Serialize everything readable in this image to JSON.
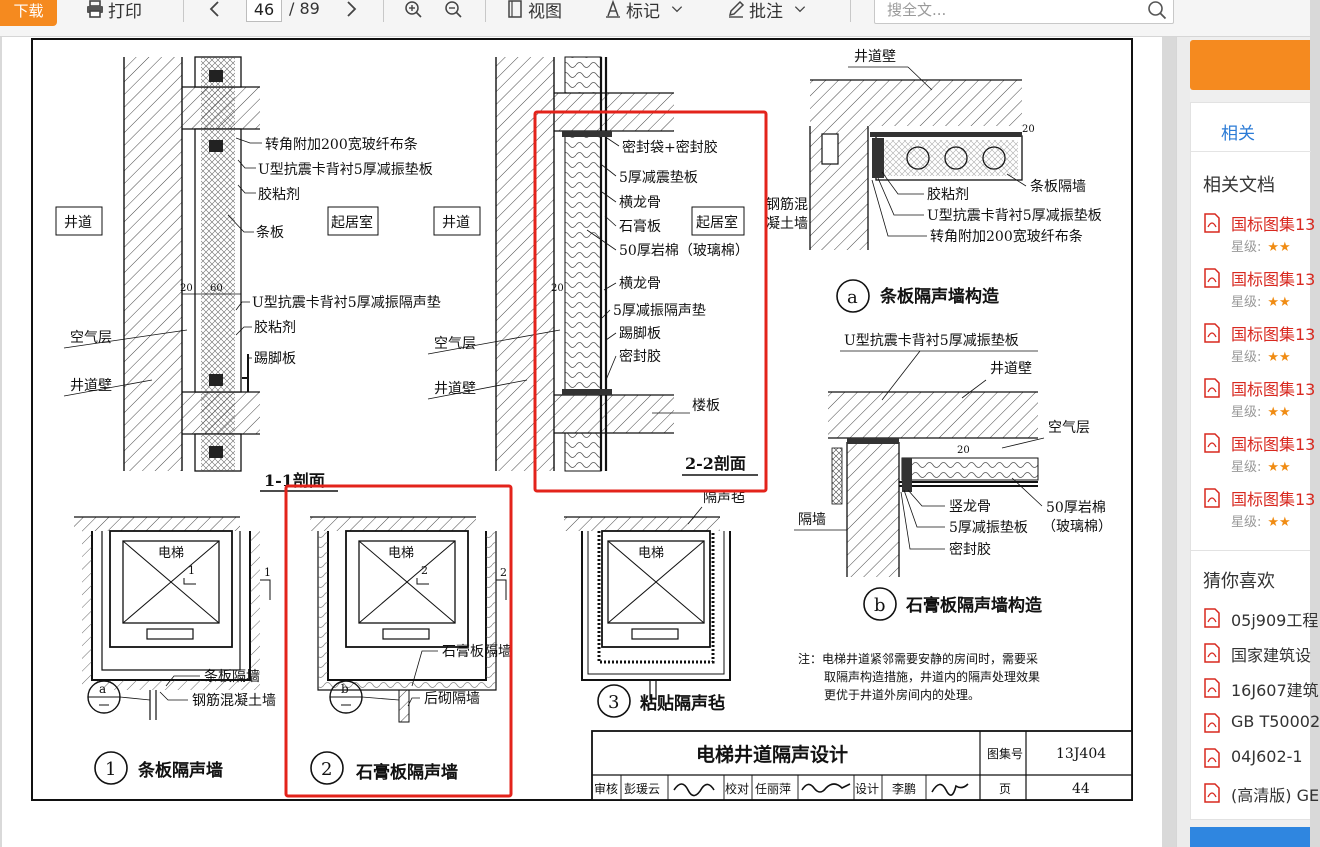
{
  "toolbar": {
    "download_label": "下载",
    "print_label": "打印",
    "page_current": "46",
    "page_total": "/ 89",
    "view_label": "视图",
    "mark_label": "标记",
    "annotate_label": "批注",
    "search_placeholder": "搜全文..."
  },
  "drawing": {
    "sec11": {
      "l1": "转角附加200宽玻纤布条",
      "l2": "U型抗震卡背衬5厚减振垫板",
      "l3": "胶粘剂",
      "l4": "条板",
      "room": "起居室",
      "shaft": "井道",
      "l5": "U型抗震卡背衬5厚减振隔声垫",
      "l6": "胶粘剂",
      "l7": "踢脚板",
      "air": "空气层",
      "wall": "井道壁",
      "dim20": "20",
      "dim60": "60",
      "title": "1-1剖面"
    },
    "sec22": {
      "l1": "密封袋+密封胶",
      "l2": "5厚减震垫板",
      "l3": "横龙骨",
      "l4": "石膏板",
      "l5": "50厚岩棉（玻璃棉）",
      "room": "起居室",
      "shaft": "井道",
      "l6": "横龙骨",
      "l7": "5厚减振隔声垫",
      "l8": "踢脚板",
      "l9": "密封胶",
      "l10": "楼板",
      "air": "空气层",
      "wall": "井道壁",
      "dim20": "20",
      "title": "2-2剖面"
    },
    "detail_a": {
      "wall": "井道壁",
      "l1": "条板隔墙",
      "l2": "胶粘剂",
      "l3": "U型抗震卡背衬5厚减振垫板",
      "l4": "转角附加200宽玻纤布条",
      "l5a": "钢筋混",
      "l5b": "凝土墙",
      "dim20": "20",
      "mark": "a",
      "title": "条板隔声墙构造"
    },
    "detail_b": {
      "l1": "U型抗震卡背衬5厚减振垫板",
      "l2": "井道壁",
      "l3": "空气层",
      "l4": "隔墙",
      "l5": "竖龙骨",
      "l6": "5厚减振垫板",
      "l7": "密封胶",
      "l8a": "50厚岩棉",
      "l8b": "（玻璃棉）",
      "dim20": "20",
      "mark": "b",
      "title": "石膏板隔声墙构造"
    },
    "plan1": {
      "elevator": "电梯",
      "cut": "1",
      "l1": "条板隔墙",
      "l2": "钢筋混凝土墙",
      "mark": "a",
      "num": "1",
      "title": "条板隔声墙"
    },
    "plan2": {
      "elevator": "电梯",
      "cut": "2",
      "l1": "石膏板隔墙",
      "l2": "后砌隔墙",
      "mark": "b",
      "num": "2",
      "title": "石膏板隔声墙"
    },
    "plan3": {
      "elevator": "电梯",
      "l1": "隔声毡",
      "num": "3",
      "title": "粘贴隔声毡"
    },
    "note": {
      "line1": "注：电梯井道紧邻需要安静的房间时，需要采",
      "line2": "取隔声构造措施，井道内的隔声处理效果",
      "line3": "更优于井道外房间内的处理。"
    },
    "titleblock": {
      "title": "电梯井道隔声设计",
      "atlas_label": "图集号",
      "atlas_no": "13J404",
      "review": "审核",
      "reviewer": "彭瑗云",
      "check": "校对",
      "checker": "任丽萍",
      "design": "设计",
      "designer": "李鹏",
      "page_label": "页",
      "page_no": "44"
    }
  },
  "highlight_color": "#e3231b",
  "accent_color": "#f58a1f",
  "sidebar": {
    "tab_related": "相关",
    "related_heading": "相关文档",
    "related": [
      {
        "title": "国标图集13",
        "rating_label": "星级:",
        "stars": "★★"
      },
      {
        "title": "国标图集13",
        "rating_label": "星级:",
        "stars": "★★"
      },
      {
        "title": "国标图集13",
        "rating_label": "星级:",
        "stars": "★★"
      },
      {
        "title": "国标图集13",
        "rating_label": "星级:",
        "stars": "★★"
      },
      {
        "title": "国标图集13",
        "rating_label": "星级:",
        "stars": "★★"
      },
      {
        "title": "国标图集13",
        "rating_label": "星级:",
        "stars": "★★"
      }
    ],
    "like_heading": "猜你喜欢",
    "likes": [
      "05j909工程",
      "国家建筑设",
      "16J607建筑",
      "GB T50002",
      "04J602-1",
      "(高清版) GE"
    ]
  }
}
